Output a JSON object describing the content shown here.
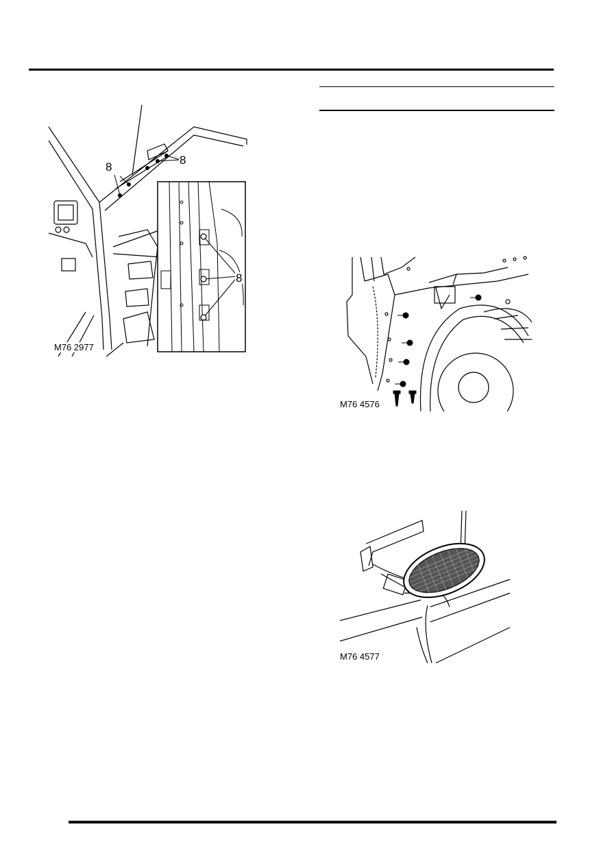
{
  "figures": [
    {
      "id": "m76-2977",
      "caption": "M76 2977",
      "callouts": [
        "8",
        "8",
        "8"
      ],
      "icon": "door-pillar-trim-fixings-illustration"
    },
    {
      "id": "m76-4576",
      "caption": "M76 4576",
      "icon": "wheel-arch-liner-screws-illustration"
    },
    {
      "id": "m76-4577",
      "caption": "M76 4577",
      "icon": "side-repeater-lamp-illustration"
    }
  ],
  "colors": {
    "ink": "#000000",
    "paper": "#ffffff",
    "shade": "#555555"
  }
}
